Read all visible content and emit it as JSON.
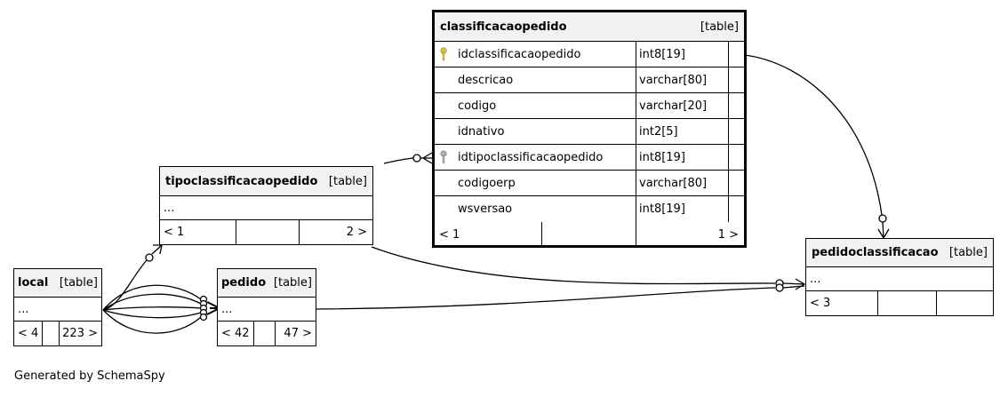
{
  "tables": {
    "classificacaopedido": {
      "name": "classificacaopedido",
      "tag": "[table]",
      "columns": [
        {
          "name": "idclassificacaopedido",
          "type": "int8[19]",
          "icon": "primary-key-icon"
        },
        {
          "name": "descricao",
          "type": "varchar[80]",
          "icon": ""
        },
        {
          "name": "codigo",
          "type": "varchar[20]",
          "icon": ""
        },
        {
          "name": "idnativo",
          "type": "int2[5]",
          "icon": ""
        },
        {
          "name": "idtipoclassificacaopedido",
          "type": "int8[19]",
          "icon": "foreign-key-icon"
        },
        {
          "name": "codigoerp",
          "type": "varchar[80]",
          "icon": ""
        },
        {
          "name": "wsversao",
          "type": "int8[19]",
          "icon": ""
        }
      ],
      "footer": {
        "parents": "< 1",
        "mid": "",
        "children": "1 >"
      }
    },
    "tipoclassificacaopedido": {
      "name": "tipoclassificacaopedido",
      "tag": "[table]",
      "body": "...",
      "footer": {
        "parents": "< 1",
        "mid": "",
        "children": "2 >"
      }
    },
    "pedidoclassificacao": {
      "name": "pedidoclassificacao",
      "tag": "[table]",
      "body": "...",
      "footer": {
        "parents": "< 3",
        "mid": "",
        "children": ""
      }
    },
    "local": {
      "name": "local",
      "tag": "[table]",
      "body": "...",
      "footer": {
        "parents": "< 4",
        "mid": "",
        "children": "223 >"
      }
    },
    "pedido": {
      "name": "pedido",
      "tag": "[table]",
      "body": "...",
      "footer": {
        "parents": "< 42",
        "mid": "",
        "children": "47 >"
      }
    }
  },
  "footer_text": "Generated by SchemaSpy",
  "colors": {
    "header_bg": "#f2f2f2",
    "key_primary": "#e6c619",
    "key_foreign": "#b0b0b0"
  }
}
